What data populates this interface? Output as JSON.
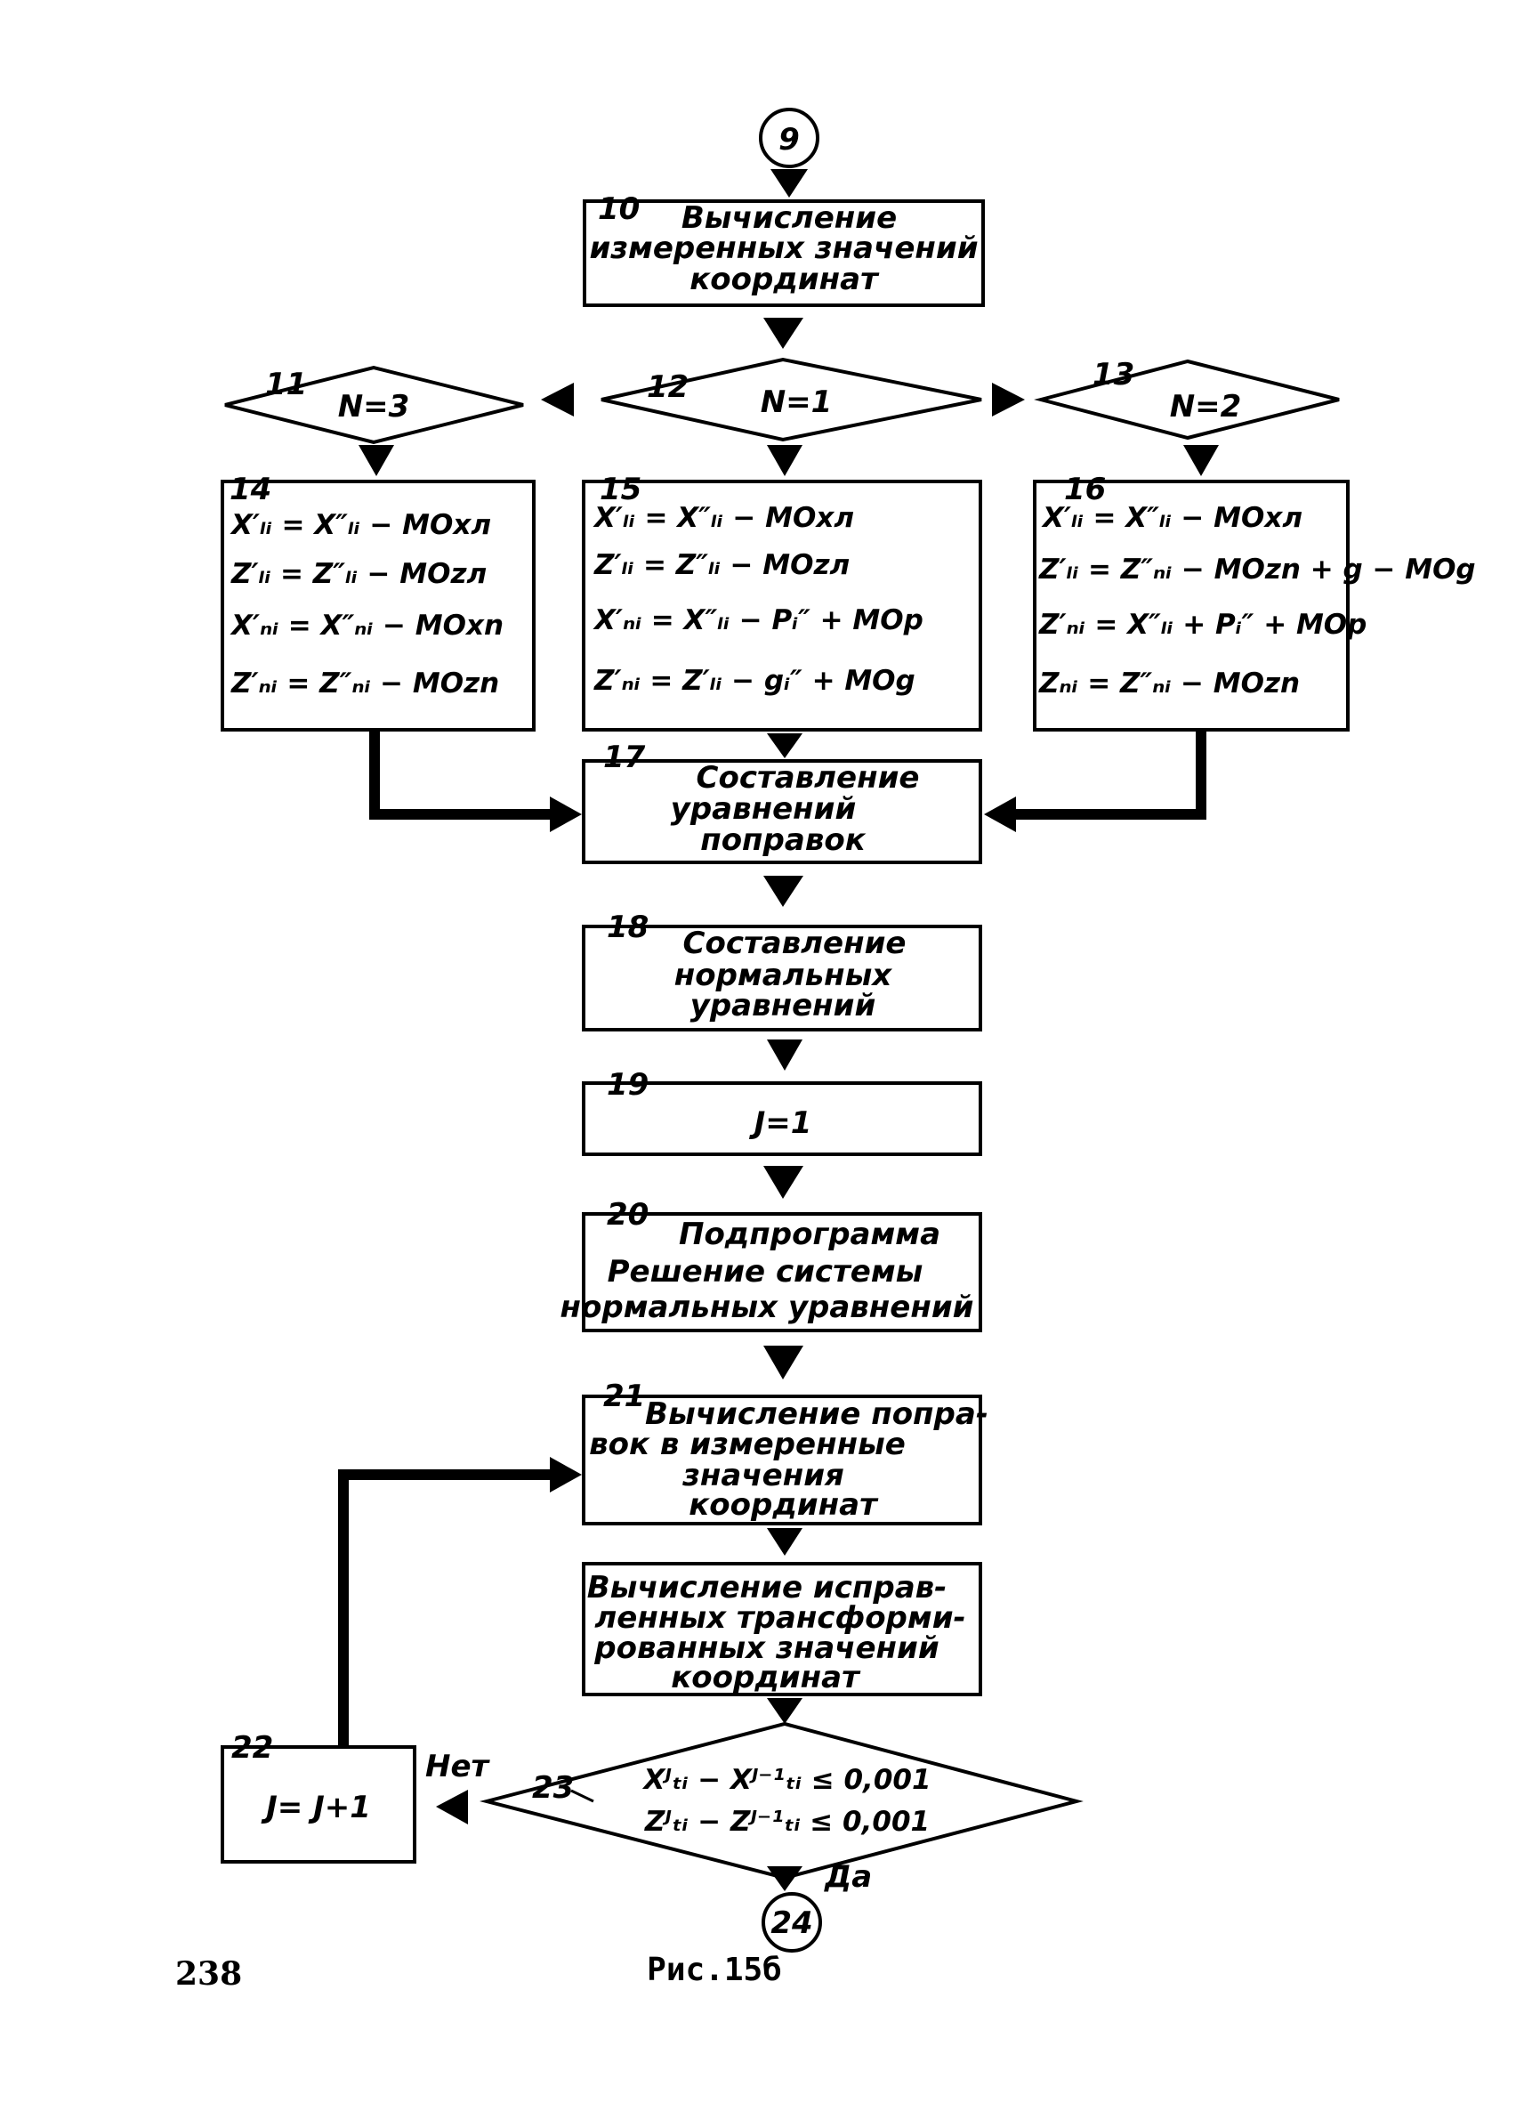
{
  "connectors": {
    "top": "9",
    "bottom": "24"
  },
  "blocks": {
    "b10": {
      "num": "10",
      "lines": [
        "Вычисление",
        "измеренных значений",
        "координат"
      ]
    },
    "b11": {
      "num": "11",
      "text": "N=3"
    },
    "b12": {
      "num": "12",
      "text": "N=1"
    },
    "b13": {
      "num": "13",
      "text": "N=2"
    },
    "b14": {
      "num": "14",
      "lines": [
        "X′ₗᵢ = X″ₗᵢ − MOxл",
        "Z′ₗᵢ = Z″ₗᵢ − MOzл",
        "X′ₙᵢ = X″ₙᵢ − MOxn",
        "Z′ₙᵢ = Z″ₙᵢ − MOzn"
      ]
    },
    "b15": {
      "num": "15",
      "lines": [
        "X′ₗᵢ = X″ₗᵢ − MOxл",
        "Z′ₗᵢ = Z″ₗᵢ − MOzл",
        "X′ₙᵢ = X″ₗᵢ − Pᵢ″ + MOp",
        "Z′ₙᵢ = Z′ₗᵢ − gᵢ″ + MOg"
      ]
    },
    "b16": {
      "num": "16",
      "lines": [
        "X′ₗᵢ = X″ₗᵢ − MOxл",
        "Z′ₗᵢ = Z″ₙᵢ − MOzn + g − MOg",
        "Z′ₙᵢ = X″ₗᵢ + Pᵢ″ + MOp",
        "Zₙᵢ = Z″ₙᵢ − MOzn"
      ]
    },
    "b17": {
      "num": "17",
      "lines": [
        "Составление",
        "уравнений",
        "поправок"
      ]
    },
    "b18": {
      "num": "18",
      "lines": [
        "Составление",
        "нормальных",
        "уравнений"
      ]
    },
    "b19": {
      "num": "19",
      "text": "J=1"
    },
    "b20": {
      "num": "20",
      "lines": [
        "Подпрограмма",
        "Решение системы",
        "нормальных уравнений"
      ]
    },
    "b21": {
      "num": "21",
      "lines": [
        "Вычисление попра-",
        "вок в измеренные",
        "значения",
        "координат"
      ]
    },
    "b21b": {
      "lines": [
        "Вычисление исправ-",
        "ленных трансформи-",
        "рованных значений",
        "координат"
      ]
    },
    "b22": {
      "num": "22",
      "text": "J= J+1"
    },
    "b23": {
      "num": "23",
      "lines": [
        "Xᴶₜᵢ − Xᴶ⁻¹ₜᵢ ≤ 0,001",
        "Zᴶₜᵢ − Zᴶ⁻¹ₜᵢ ≤ 0,001"
      ],
      "no": "Нет",
      "yes": "Да"
    }
  },
  "footer": {
    "page": "238",
    "caption": "Рис.15б"
  }
}
